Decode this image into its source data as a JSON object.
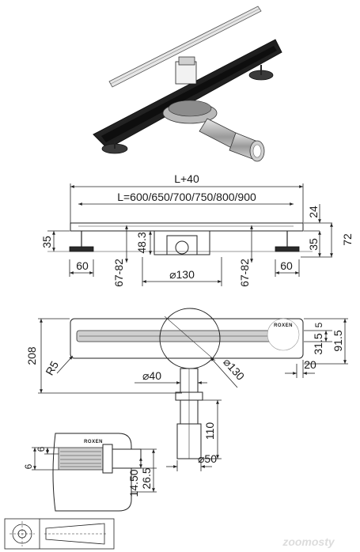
{
  "brand": "ROXEN",
  "dimensions": {
    "top": {
      "overall_length": "L+40",
      "lengths": "L=600/650/700/750/800/900",
      "height_right": "24",
      "total_height": "72",
      "bottom_right": "35",
      "left_height": "35",
      "foot_left": "60",
      "foot_right": "60",
      "adjust_left": "67-82",
      "adjust_right": "67-82",
      "outlet_height": "48.3",
      "outlet_diameter": "⌀130"
    },
    "plan": {
      "width": "208",
      "radius": "R5",
      "flange_diameter": "⌀130",
      "pipe_diameter": "⌀40",
      "end_offset": "20",
      "grate_width": "31.5",
      "total_width": "91.5",
      "pipe_length": "110",
      "pipe_outlet": "⌀50"
    },
    "section": {
      "gap_a": "6",
      "gap_b": "6",
      "depth_a": "14.50",
      "depth_b": "26.5"
    }
  },
  "watermark": "zoomosty"
}
